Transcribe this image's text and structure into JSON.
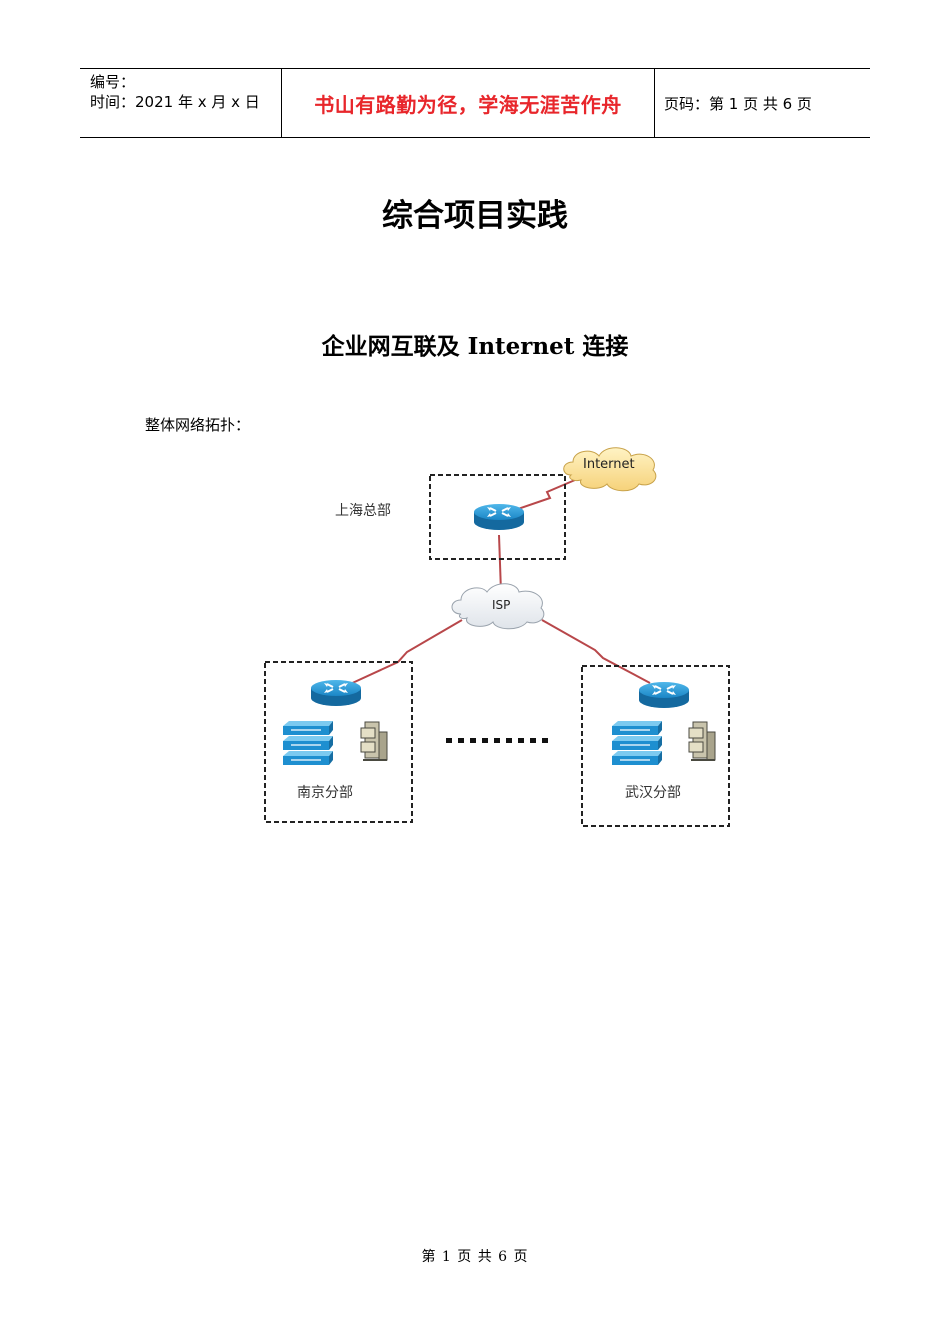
{
  "header": {
    "number_label": "编号：",
    "date_label": "时间：2021 年 x 月 x 日",
    "motto": "书山有路勤为径，学海无涯苦作舟",
    "page_info": "页码：第 1 页  共 6 页"
  },
  "title": "综合项目实践",
  "subtitle": "企业网互联及 Internet 连接",
  "topology_label": "整体网络拓扑：",
  "diagram": {
    "internet_cloud": "Internet",
    "isp_cloud": "ISP",
    "hq_label": "上海总部",
    "nanjing_label": "南京分部",
    "wuhan_label": "武汉分部",
    "colors": {
      "router": "#1a8fd0",
      "link": "#b8474a",
      "switch": "#2b9fd8"
    }
  },
  "footer": "第 1 页 共 6 页"
}
